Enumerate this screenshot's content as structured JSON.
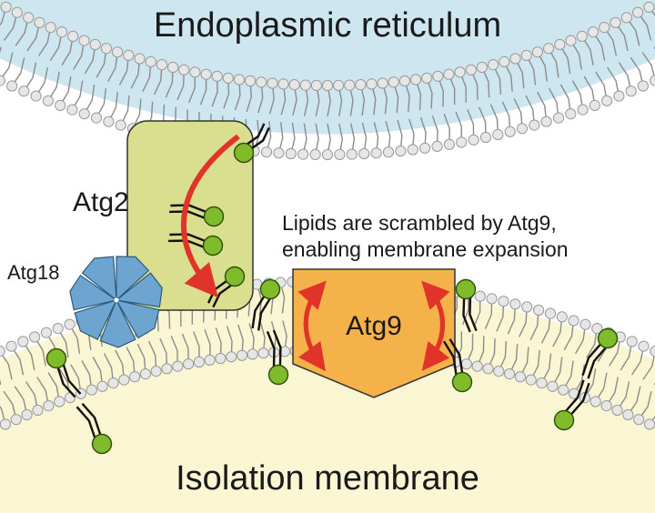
{
  "labels": {
    "er": "Endoplasmic reticulum",
    "isolation_membrane": "Isolation membrane",
    "atg2": "Atg2",
    "atg18": "Atg18",
    "atg9": "Atg9",
    "note_line1": "Lipids are scrambled by Atg9,",
    "note_line2": "enabling membrane expansion"
  },
  "colors": {
    "er_fill": "#cde6ef",
    "im_fill": "#faf5d2",
    "lipid_head_membrane": "#e6e6e6",
    "lipid_head_highlight": "#7fbb2a",
    "tail": "#8c8c8c",
    "atg2_fill": "#d9df8e",
    "atg9_fill": "#f5b14a",
    "atg18_fill": "#6ea5d0",
    "arrow": "#e0342b"
  }
}
